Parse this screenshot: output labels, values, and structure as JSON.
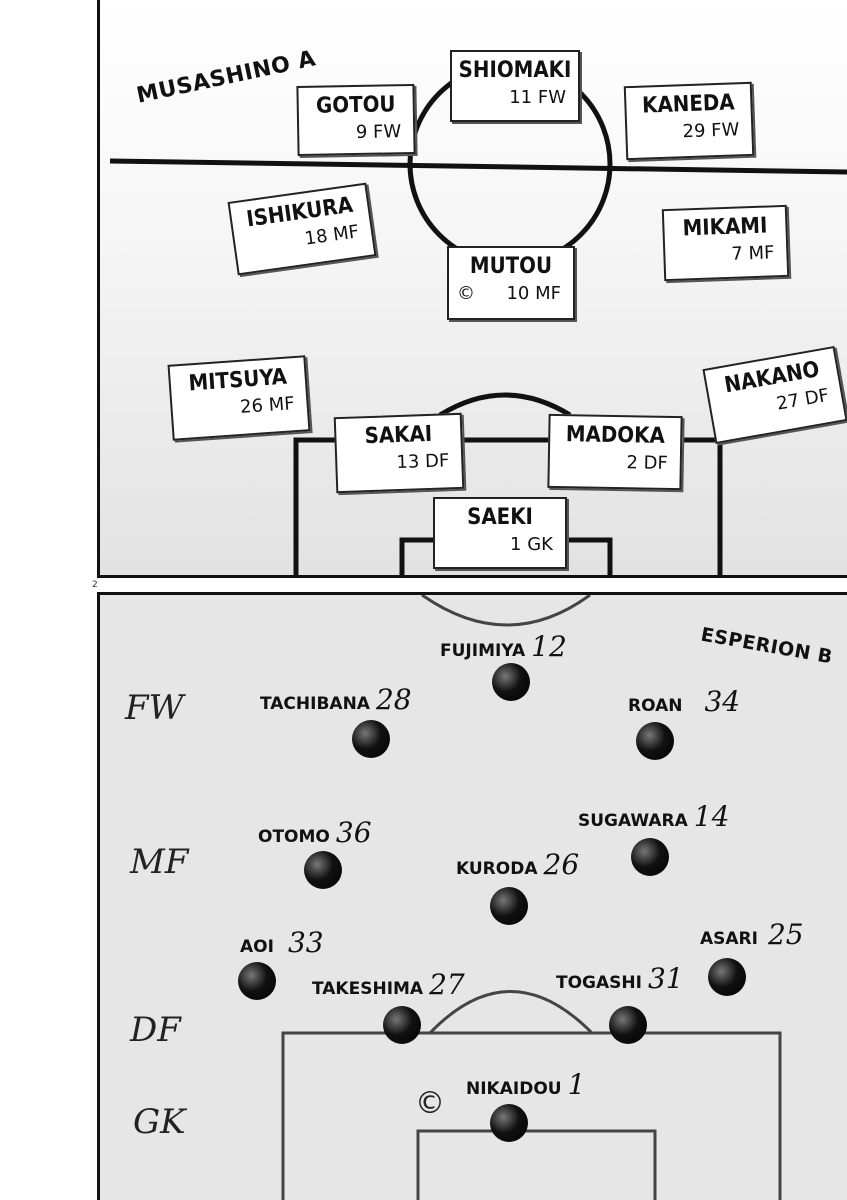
{
  "top_panel": {
    "team": "MUSASHINO A",
    "players": [
      {
        "key": "gotou",
        "name": "GOTOU",
        "number": "9",
        "position": "FW"
      },
      {
        "key": "shiomaki",
        "name": "SHIOMAKI",
        "number": "11",
        "position": "FW"
      },
      {
        "key": "kaneda",
        "name": "KANEDA",
        "number": "29",
        "position": "FW"
      },
      {
        "key": "ishikura",
        "name": "ISHIKURA",
        "number": "18",
        "position": "MF"
      },
      {
        "key": "mikami",
        "name": "MIKAMI",
        "number": "7",
        "position": "MF"
      },
      {
        "key": "mutou",
        "name": "MUTOU",
        "number": "10",
        "position": "MF",
        "captain": "©"
      },
      {
        "key": "mitsuya",
        "name": "MITSUYA",
        "number": "26",
        "position": "MF"
      },
      {
        "key": "nakano",
        "name": "NAKANO",
        "number": "27",
        "position": "DF"
      },
      {
        "key": "sakai",
        "name": "SAKAI",
        "number": "13",
        "position": "DF"
      },
      {
        "key": "madoka",
        "name": "MADOKA",
        "number": "2",
        "position": "DF"
      },
      {
        "key": "saeki",
        "name": "SAEKI",
        "number": "1",
        "position": "GK"
      }
    ]
  },
  "page_number": "2",
  "bottom_panel": {
    "team": "ESPERION B",
    "position_labels": [
      "FW",
      "MF",
      "DF",
      "GK"
    ],
    "players": [
      {
        "name": "FUJIMIYA",
        "number": "12"
      },
      {
        "name": "TACHIBANA",
        "number": "28"
      },
      {
        "name": "ROAN",
        "number": "34"
      },
      {
        "name": "OTOMO",
        "number": "36"
      },
      {
        "name": "SUGAWARA",
        "number": "14"
      },
      {
        "name": "KURODA",
        "number": "26"
      },
      {
        "name": "AOI",
        "number": "33"
      },
      {
        "name": "ASARI",
        "number": "25"
      },
      {
        "name": "TAKESHIMA",
        "number": "27"
      },
      {
        "name": "TOGASHI",
        "number": "31"
      },
      {
        "name": "NIKAIDOU",
        "number": "1",
        "captain": "©"
      }
    ]
  }
}
